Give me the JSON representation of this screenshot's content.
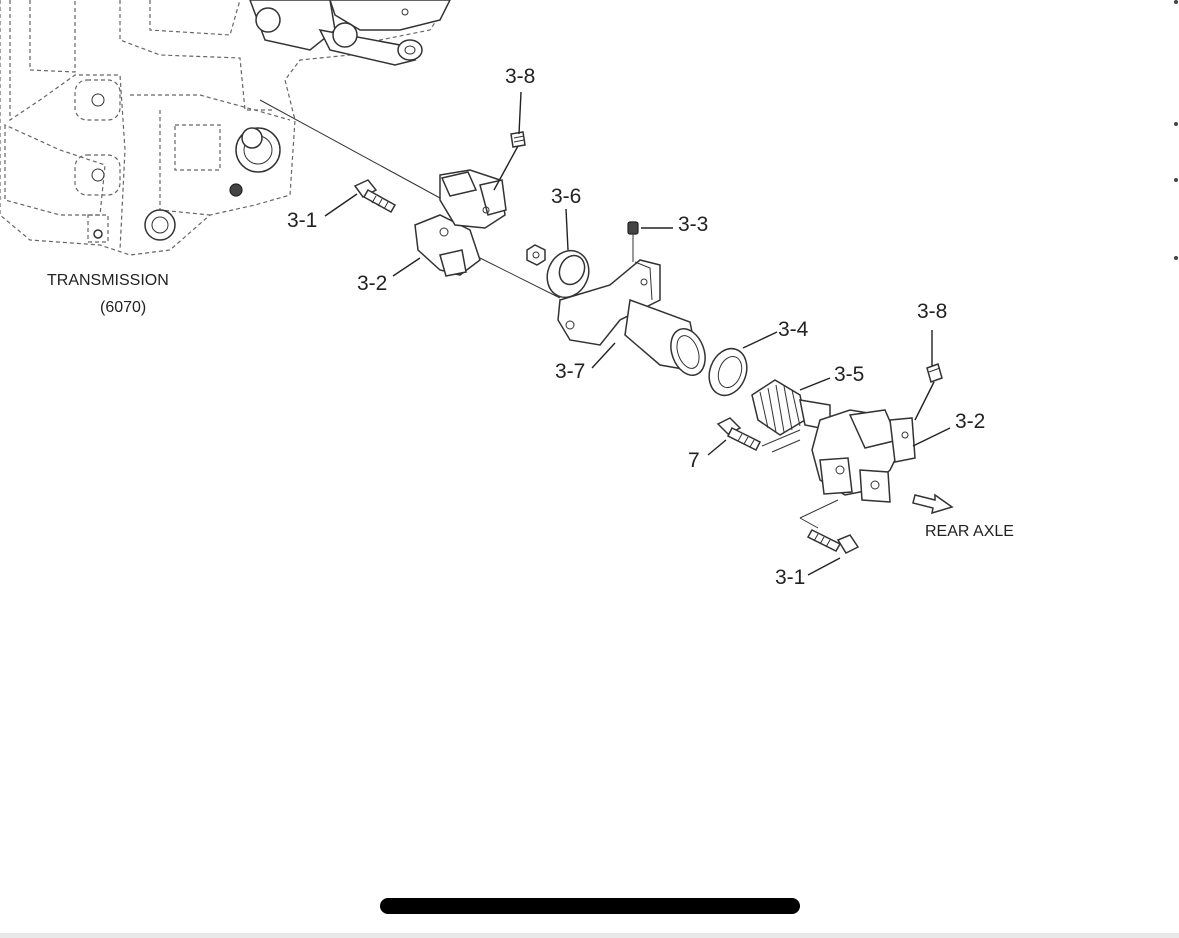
{
  "diagram": {
    "caption_transmission": "TRANSMISSION",
    "caption_transmission_code": "(6070)",
    "caption_rear_axle": "REAR AXLE",
    "callouts": {
      "c38_top": "3-8",
      "c31_left": "3-1",
      "c32_left": "3-2",
      "c36": "3-6",
      "c33": "3-3",
      "c37": "3-7",
      "c34": "3-4",
      "c35": "3-5",
      "c38_right": "3-8",
      "c32_right": "3-2",
      "c7": "7",
      "c31_bottom": "3-1"
    }
  },
  "colors": {
    "background": "#ffffff",
    "line": "#333333",
    "home_indicator": "#000000"
  }
}
